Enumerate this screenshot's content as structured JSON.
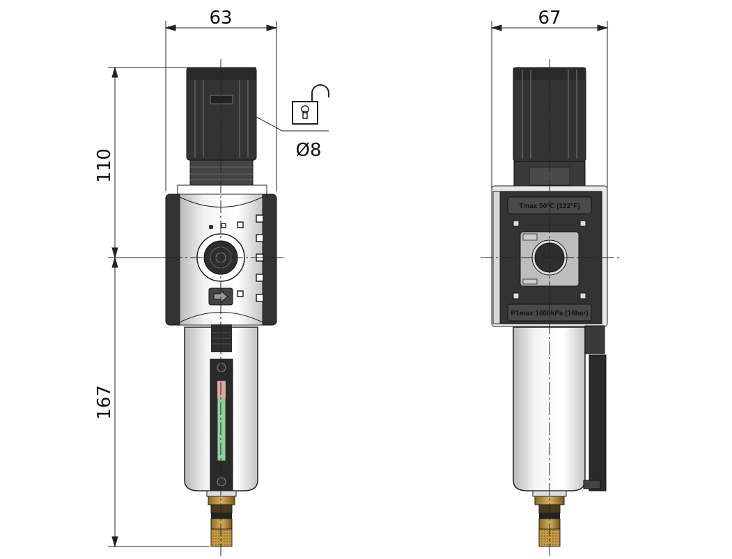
{
  "dimensions": {
    "front_width": "63",
    "side_width": "67",
    "upper_height": "110",
    "lower_height": "167",
    "lock_diameter": "Ø8"
  },
  "labels": {
    "tmax": "Tmax 50°C (122°F)",
    "p1max": "P1max 1600kPa (16bar)"
  },
  "colors": {
    "dark_part": "#3a3a3a",
    "body_metal": "#e6e6e6",
    "sight_glass": "#8fd19e",
    "sight_red": "#e8a0a0",
    "brass": "#b8913a"
  },
  "icons": [
    "padlock-open-icon",
    "flow-arrow-icon"
  ]
}
